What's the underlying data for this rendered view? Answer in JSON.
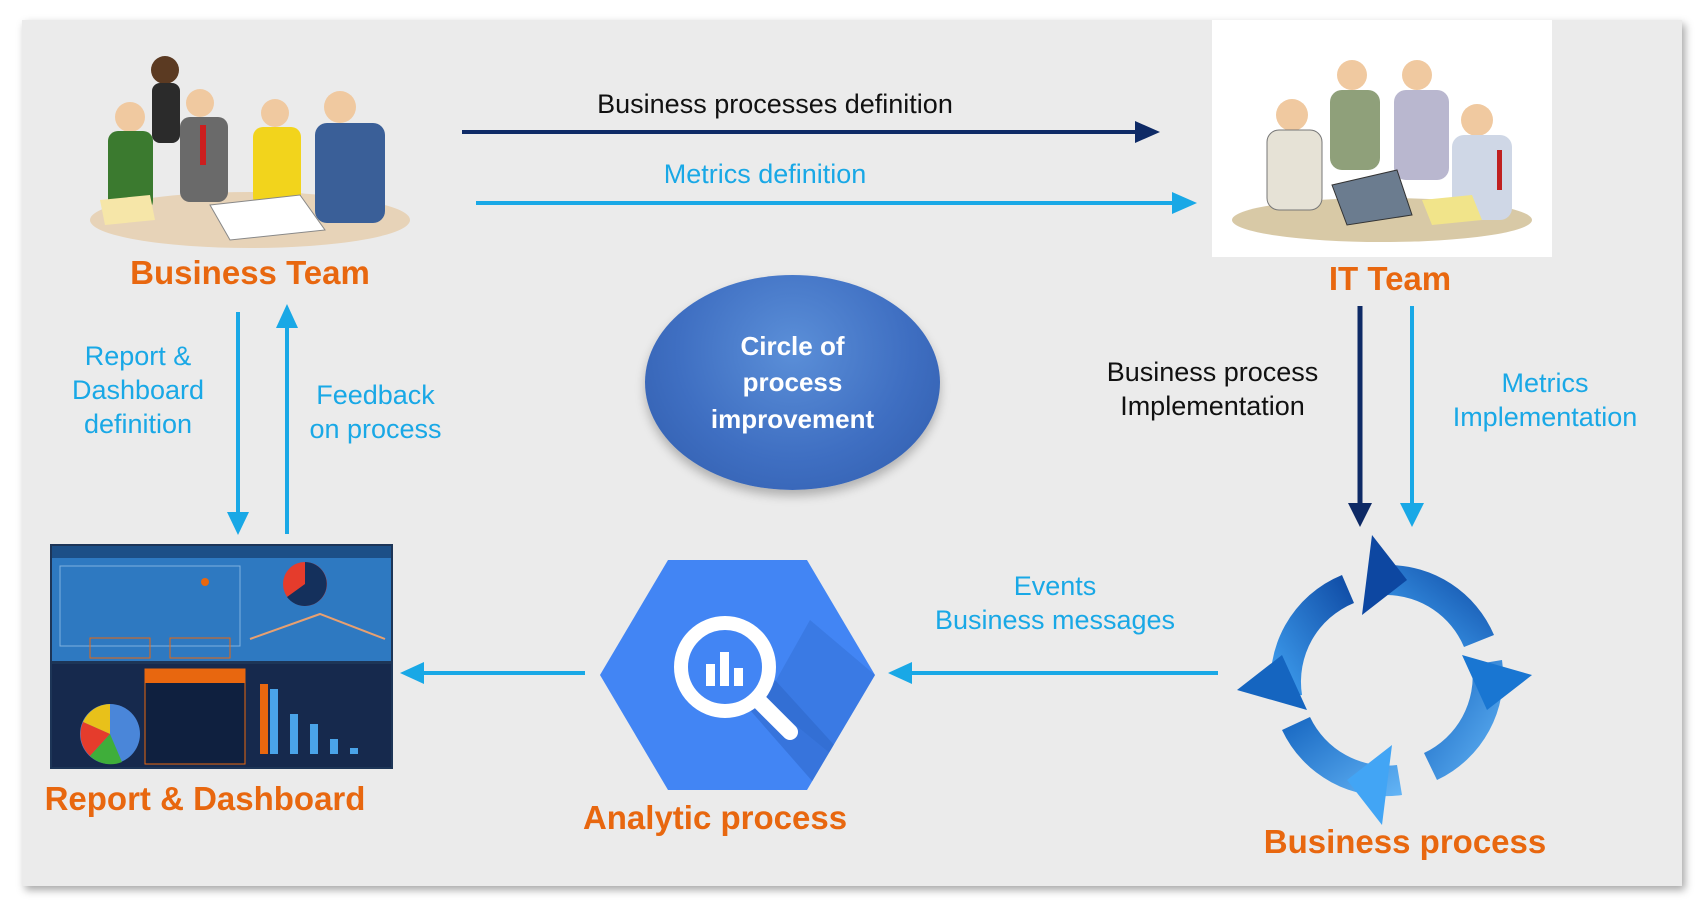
{
  "colors": {
    "orange": "#e8670f",
    "cyan": "#19a8e6",
    "navy": "#0e2a66",
    "ellipse_blue": "#3f6fc2",
    "background": "#ebebeb"
  },
  "nodes": {
    "business_team": "Business Team",
    "it_team": "IT Team",
    "business_process": "Business process",
    "analytic_process": "Analytic process",
    "report_dashboard": "Report & Dashboard"
  },
  "center": {
    "line1": "Circle of",
    "line2": "process",
    "line3": "improvement"
  },
  "edges": {
    "business_processes_definition": "Business processes definition",
    "metrics_definition": "Metrics definition",
    "bp_impl_line1": "Business process",
    "bp_impl_line2": "Implementation",
    "metrics_impl_line1": "Metrics",
    "metrics_impl_line2": "Implementation",
    "events_line1": "Events",
    "events_line2": "Business messages",
    "report_def_line1": "Report &",
    "report_def_line2": "Dashboard",
    "report_def_line3": "definition",
    "feedback_line1": "Feedback",
    "feedback_line2": "on process"
  },
  "images": {
    "business_team_icon": "business-team-illustration",
    "it_team_icon": "it-team-illustration",
    "dashboard_icon": "dashboard-screenshot",
    "analytics_icon": "bigquery-hexagon-icon",
    "cycle_icon": "circular-arrows-icon"
  }
}
